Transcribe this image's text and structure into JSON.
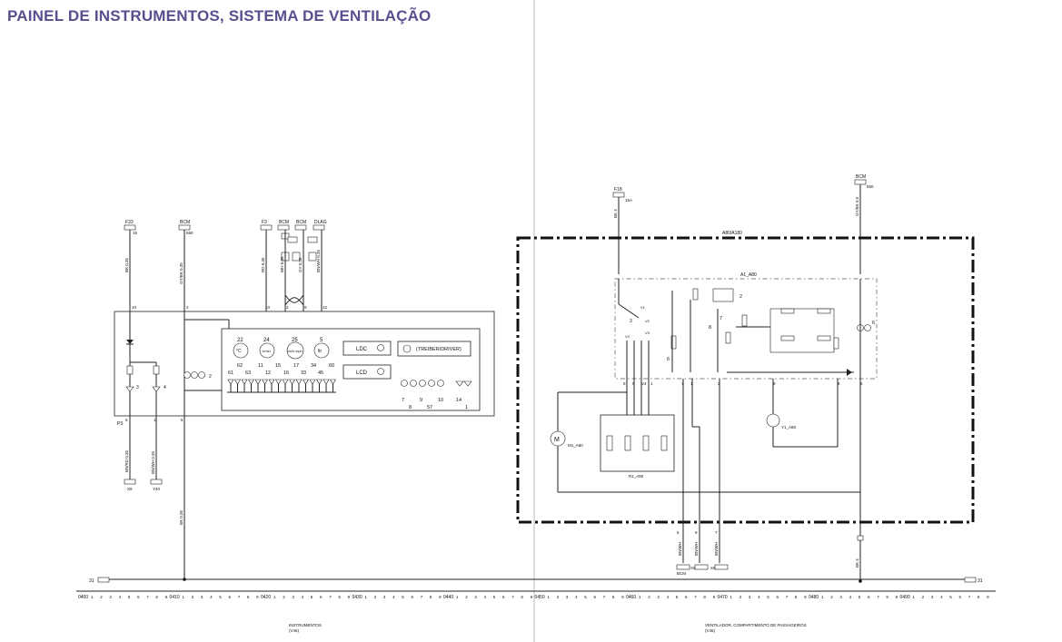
{
  "page": {
    "title": "PAINEL DE INSTRUMENTOS, SISTEMA DE VENTILAÇÃO",
    "title_color": "#5b4d8e"
  },
  "left": {
    "top_labels": [
      "F33",
      "BCM",
      "F3",
      "BCM",
      "BCM",
      "DLAG"
    ],
    "pins": [
      "15",
      "550",
      "10",
      "2",
      "9",
      "12",
      "3",
      "7",
      "4",
      "1",
      "5",
      "2",
      "3",
      "4"
    ],
    "wires": [
      "BK 0.35",
      "GY/BK 0.35",
      "RD 0.35",
      "WH 0.35",
      "GY 0.35",
      "BN/WH 0.35",
      "BN/RD 0.35",
      "BN/WH 0.35",
      "BK 0.35",
      "BK 0.35"
    ],
    "ground_labels": [
      "X8",
      "Y40"
    ],
    "p_label": "P3",
    "gauges": [
      {
        "top": "22",
        "bottom": "62",
        "symbol": "°C"
      },
      {
        "top": "24",
        "bottom": "11",
        "symbol": "1/min"
      },
      {
        "top": "25",
        "bottom": "17",
        "symbol": "km/h mph"
      },
      {
        "top": "5",
        "bottom": "34",
        "symbol": "ltr"
      }
    ],
    "gauge_between": [
      "63",
      "15",
      "45",
      "60"
    ],
    "displays": [
      "LDC",
      "LCD"
    ],
    "driver_label": "(TREIBER/DRIVER)",
    "led_numbers": [
      "61",
      "63",
      "12",
      "16",
      "33",
      "45"
    ],
    "bottom_numbers": [
      "7",
      "9",
      "10",
      "14",
      "8",
      "57",
      "1"
    ],
    "footer": [
      "INSTRUMENTOS",
      "(V46)"
    ]
  },
  "right": {
    "fuse_label": "F18",
    "fuse_value": "15A",
    "bcm_label": "BCM",
    "bcm_pin": "550",
    "box_title": "A80/A180",
    "inner_title": "A1_A80",
    "motor_label": "M1_A80",
    "resistor_label": "R1_A80",
    "sensor_label": "Y1_A80",
    "inner_pins": [
      "3",
      "V1",
      "V2",
      "V3",
      "V4",
      "1",
      "2",
      "7",
      "8",
      "6",
      "5",
      "4",
      "9"
    ],
    "out_pins": [
      "5",
      "9",
      "7"
    ],
    "out_wires": [
      "BN/WH",
      "BN/WH",
      "BN/WH"
    ],
    "out_connectors": [
      "BCM",
      "X6",
      "X6"
    ],
    "right_wire": "BK 4",
    "fuse_wire": "BK 4",
    "bcm_wire": "GY/BK 0.5",
    "footer": [
      "VENTILADOR, COMPARTIMENTO DE PASSAGEIROS",
      "(V46)"
    ]
  },
  "bus": {
    "left_label": "31",
    "right_label": "31"
  },
  "ruler": {
    "major": [
      "0400",
      "0410",
      "0420",
      "0430",
      "0440",
      "0450",
      "0460",
      "0470",
      "0480",
      "0490"
    ],
    "minor": [
      "1",
      "2",
      "3",
      "4",
      "5",
      "6",
      "7",
      "8",
      "9"
    ]
  }
}
